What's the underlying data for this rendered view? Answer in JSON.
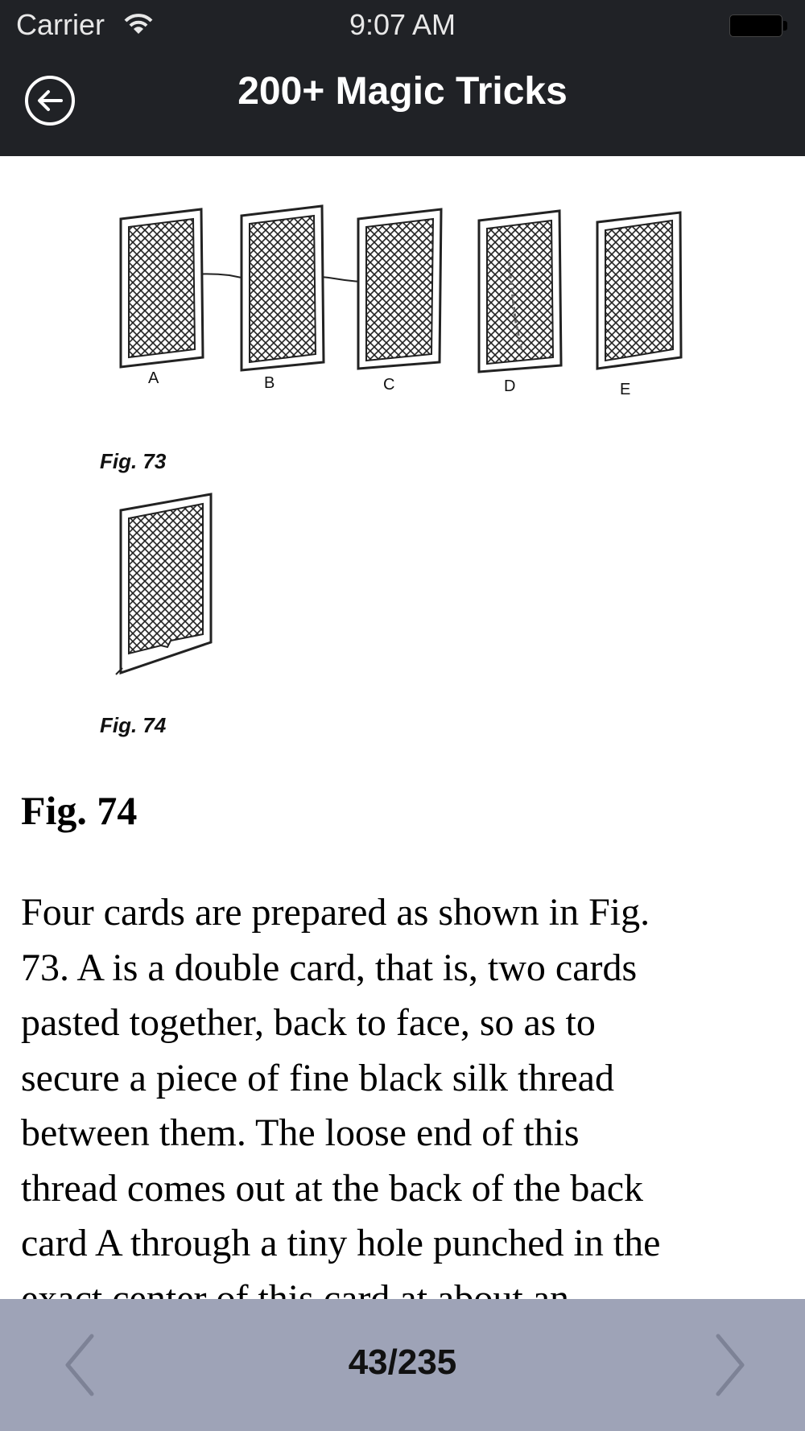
{
  "status_bar": {
    "carrier": "Carrier",
    "time": "9:07 AM",
    "wifi_icon": "wifi-icon",
    "battery_icon": "battery-icon"
  },
  "nav": {
    "title": "200+ Magic Tricks",
    "back_icon": "back-arrow-circle-icon"
  },
  "content": {
    "figure_73": {
      "card_labels": [
        "A",
        "B",
        "C",
        "D",
        "E"
      ],
      "caption": "Fig. 73"
    },
    "figure_74": {
      "caption": "Fig. 74"
    },
    "heading": "Fig. 74",
    "paragraph_lines": [
      "Four cards are prepared as shown in Fig.",
      "73. A is a double card, that is, two cards",
      "pasted together, back to face, so as to",
      "secure a piece of fine black silk thread",
      "between them. The loose end of this",
      "thread comes out at the back of the back",
      "card A through a tiny hole punched in the",
      "exact center of this card at about an"
    ]
  },
  "footer": {
    "page_indicator": "43/235",
    "prev_icon": "chevron-left-icon",
    "next_icon": "chevron-right-icon"
  },
  "colors": {
    "bar_dark": "#202226",
    "footer_bg": "#9ea3b7",
    "chevron": "#7d8296"
  }
}
